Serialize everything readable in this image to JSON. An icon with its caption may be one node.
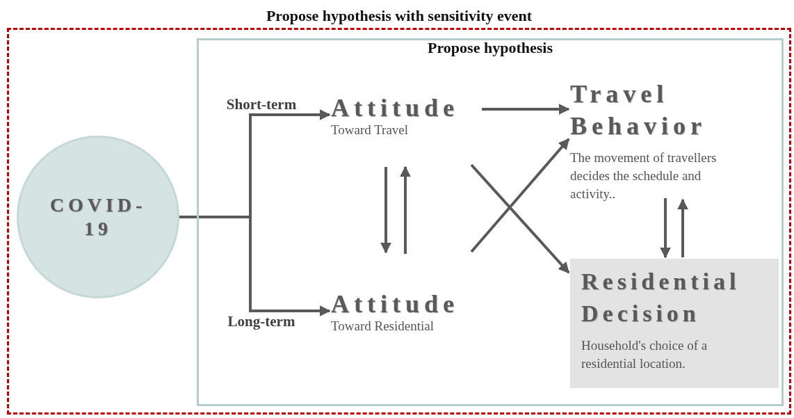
{
  "diagram": {
    "nodes": [
      {
        "text": [
          "Propose hypothesis with sensitivity event"
        ]
      },
      {
        "text": [
          "Propose hypothesis"
        ],
        "in": 0
      },
      {
        "text": [
          "COVID-19"
        ],
        "in": 0
      },
      {
        "text": [
          "Attitude",
          "Toward Travel"
        ],
        "in": 1
      },
      {
        "text": [
          "Attitude",
          "Toward Residential"
        ],
        "in": 1
      },
      {
        "text": [
          "Travel Behavior",
          "The movement of travellers decides the schedule and activity.."
        ],
        "in": 1
      },
      {
        "text": [
          "Residential Decision",
          "Household's choice of a residential location."
        ],
        "in": 1
      }
    ],
    "edges": [
      {
        "from": 2,
        "to": 3,
        "arrow": "to",
        "label": "Short-term"
      },
      {
        "from": 2,
        "to": 4,
        "arrow": "to",
        "label": "Long-term"
      },
      {
        "from": 3,
        "to": 5,
        "arrow": "to"
      },
      {
        "from": 3,
        "to": 4,
        "arrow": "to"
      },
      {
        "from": 4,
        "to": 3,
        "arrow": "to"
      },
      {
        "from": 3,
        "to": 6,
        "arrow": "to"
      },
      {
        "from": 4,
        "to": 5,
        "arrow": "to"
      },
      {
        "from": 5,
        "to": 6,
        "arrow": "to"
      },
      {
        "from": 6,
        "to": 5,
        "arrow": "to"
      }
    ]
  }
}
